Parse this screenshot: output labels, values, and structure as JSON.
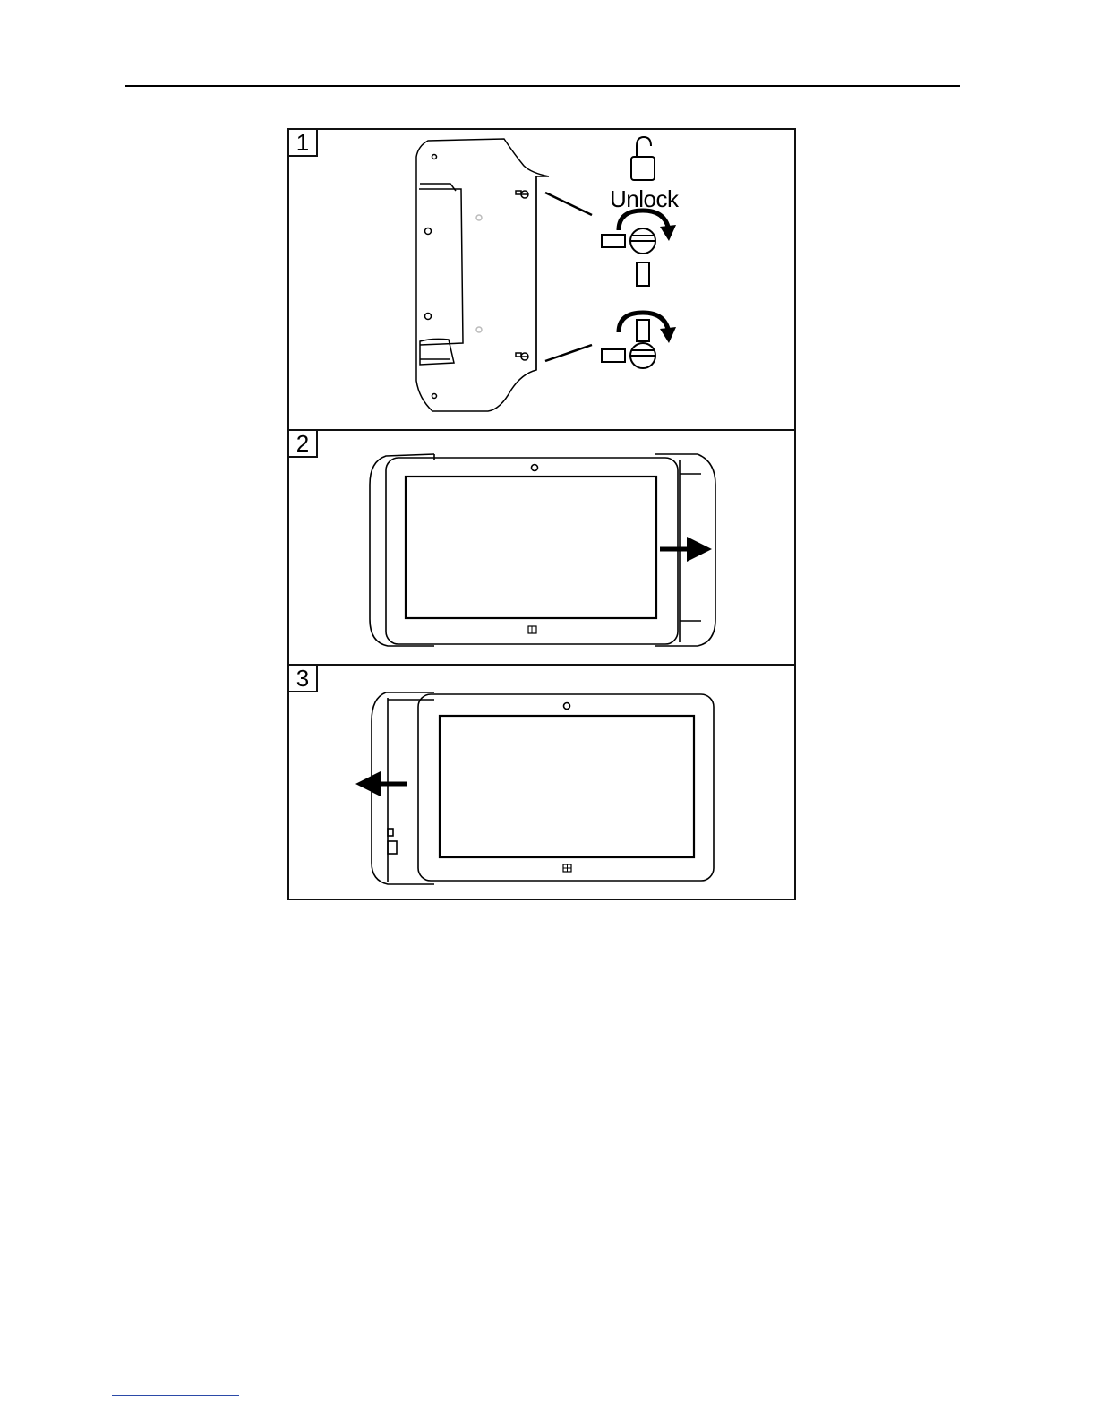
{
  "figure": {
    "steps": [
      {
        "number": "1"
      },
      {
        "number": "2"
      },
      {
        "number": "3"
      }
    ],
    "unlock_label": "Unlock"
  },
  "icons": {
    "lock": "padlock-open-icon",
    "rotate": "rotate-clockwise-arrow-icon",
    "arrow_right": "arrow-right-icon",
    "arrow_left": "arrow-left-icon",
    "windows": "windows-logo-icon"
  }
}
